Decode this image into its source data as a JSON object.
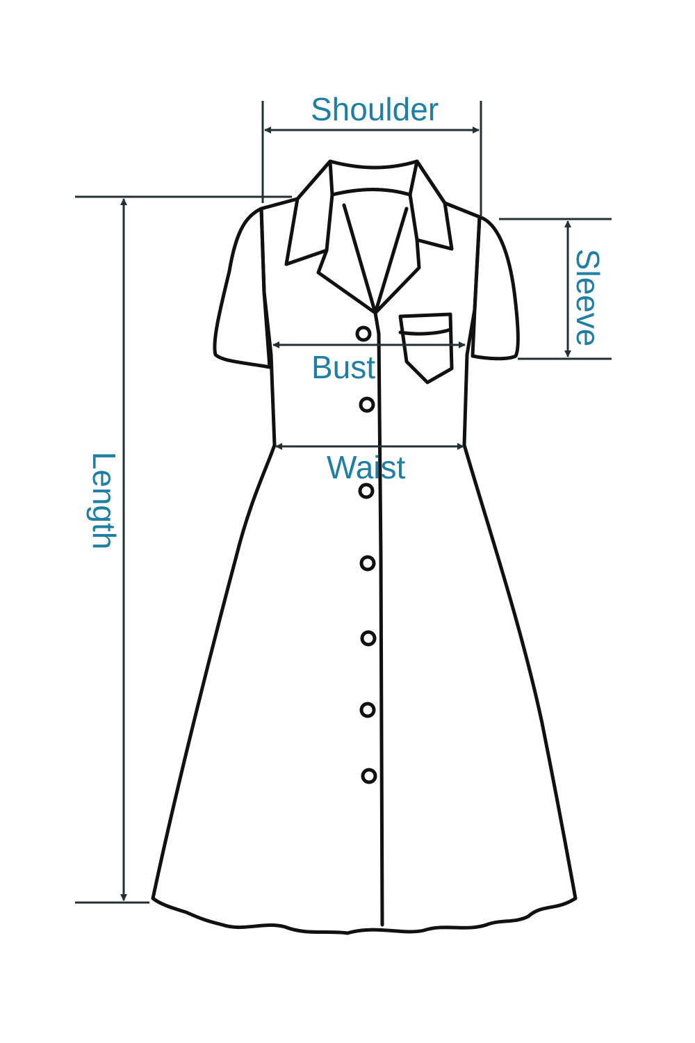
{
  "labels": {
    "shoulder": "Shoulder",
    "bust": "Bust",
    "waist": "Waist",
    "length": "Length",
    "sleeve": "Sleeve"
  },
  "colors": {
    "label": "#1f7ea4",
    "outline": "#111111",
    "measure_line": "#223035",
    "background": "#ffffff"
  }
}
